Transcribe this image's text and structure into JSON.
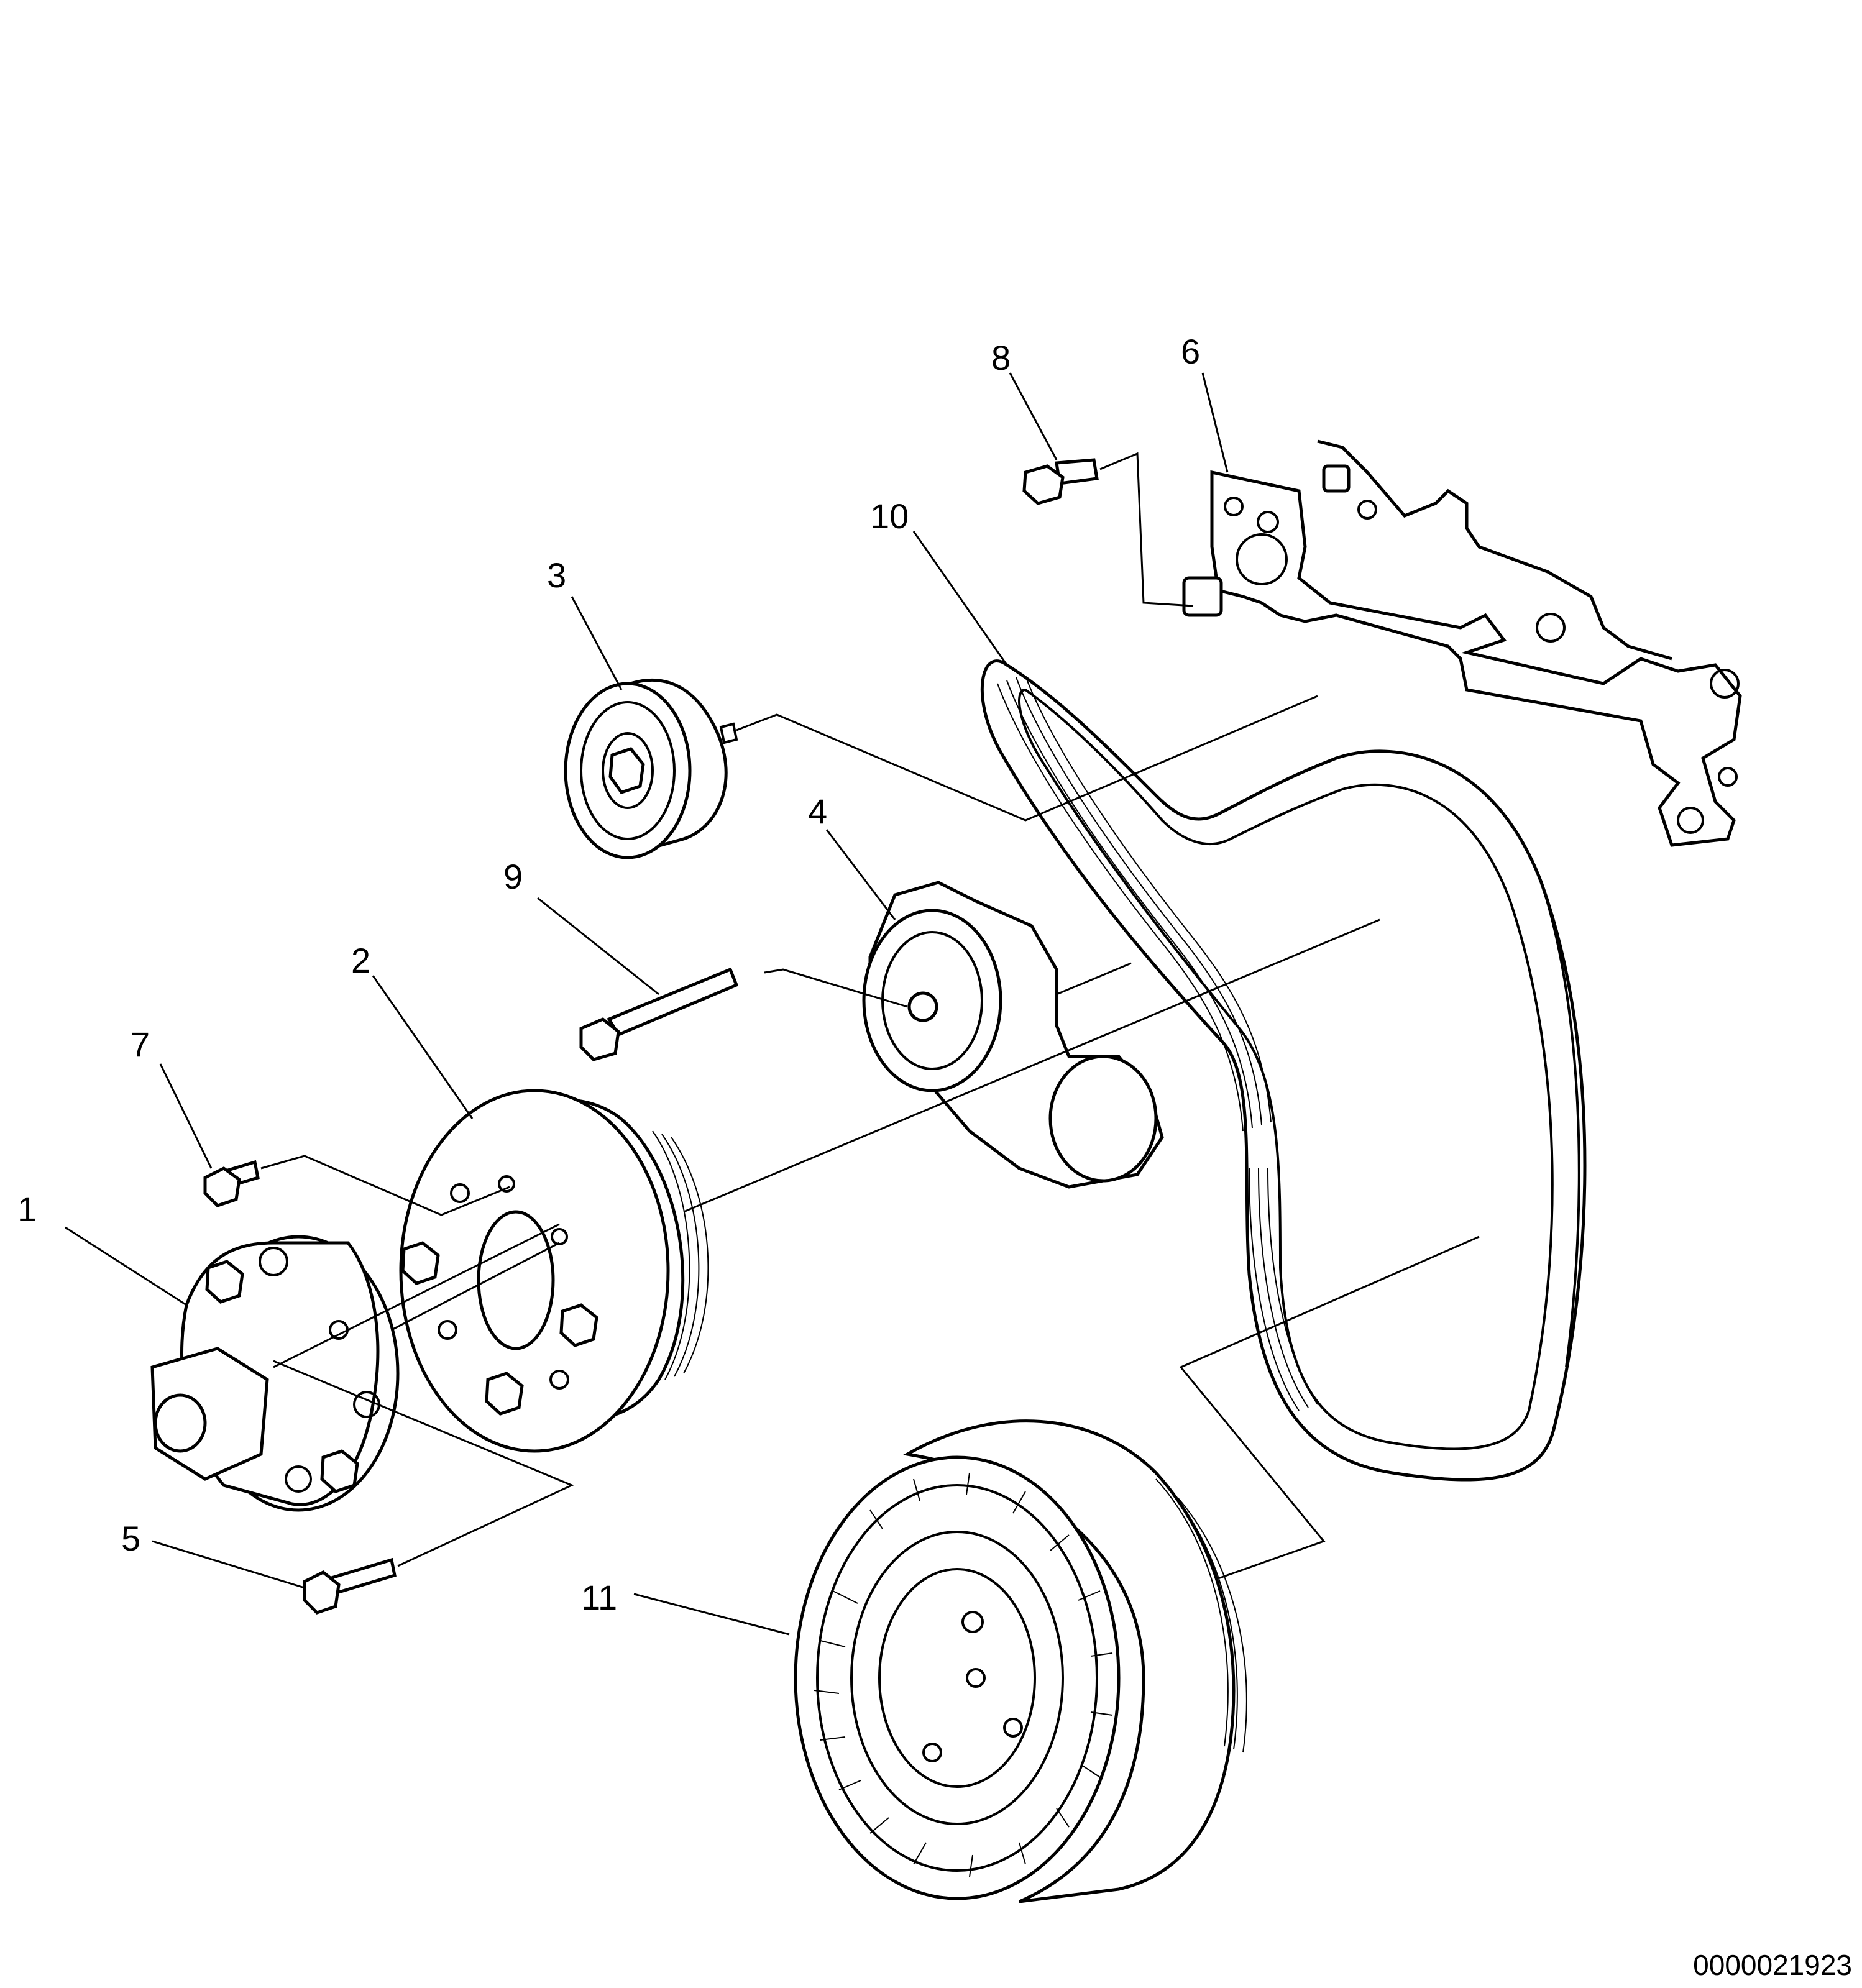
{
  "callouts": {
    "c1": "1",
    "c2": "2",
    "c3": "3",
    "c4": "4",
    "c5": "5",
    "c6": "6",
    "c7": "7",
    "c8": "8",
    "c9": "9",
    "c10": "10",
    "c11": "11"
  },
  "drawing_number": "0000021923"
}
